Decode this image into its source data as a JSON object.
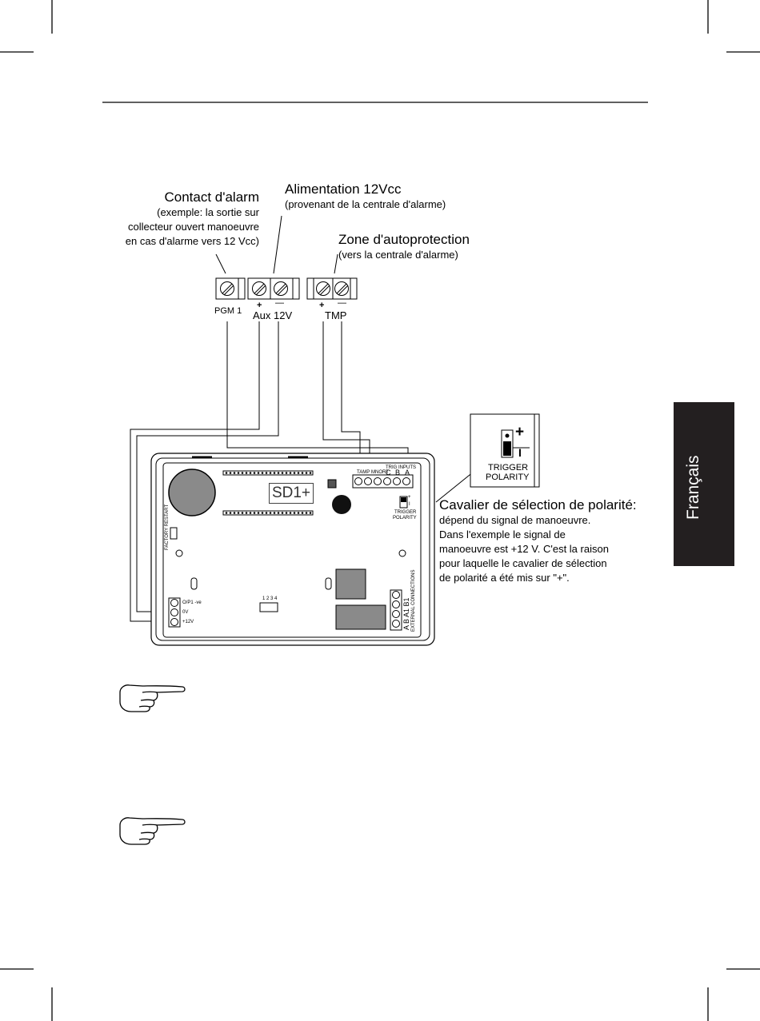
{
  "side_tab": {
    "language": "Français",
    "color": "#231f20"
  },
  "callouts": {
    "contact": {
      "title": "Contact d'alarm",
      "lines": [
        "(exemple: la sortie sur",
        "collecteur ouvert manoeuvre",
        "en cas d'alarme vers 12 Vcc)"
      ]
    },
    "power": {
      "title": "Alimentation 12Vcc",
      "sub": "(provenant de la centrale d'alarme)"
    },
    "tamper": {
      "title": "Zone d'autoprotection",
      "sub": "(vers la centrale d'alarme)"
    },
    "polarity": {
      "title": "Cavalier de sélection de polarité:",
      "lines": [
        "dépend du signal de manoeuvre.",
        "Dans l'exemple le signal de",
        "manoeuvre est +12 V. C'est la raison",
        "pour laquelle le cavalier de sélection",
        "de polarité a été mis sur \"+\"."
      ]
    }
  },
  "terminals": {
    "pgm": "PGM 1",
    "aux_plus": "+",
    "aux_minus": "—",
    "aux": "Aux 12V",
    "tmp_plus": "+",
    "tmp_minus": "—",
    "tmp": "TMP"
  },
  "inset": {
    "plus": "+",
    "minus": "I",
    "label_line1": "TRIGGER",
    "label_line2": "POLARITY"
  },
  "board": {
    "display": "SD1+",
    "trig_inputs": "TRIG INPUTS",
    "tamp": "TAMP",
    "mnort": "MNORT",
    "trig_c": "C",
    "trig_b": "B",
    "trig_a": "A",
    "jumper_plus": "+",
    "jumper_minus": "I",
    "trigger_line1": "TRIGGER",
    "trigger_line2": "POLARITY",
    "factory_restart": "FACTORY RESTART",
    "dip_numbers": "1 2 3 4",
    "op1": "O/P1 -ve",
    "zero_v": "0V",
    "plus12": "+12V",
    "bus_labels": "A  B  A1  B1",
    "bus_title": "EXTERNAL CONNECTIONS"
  }
}
